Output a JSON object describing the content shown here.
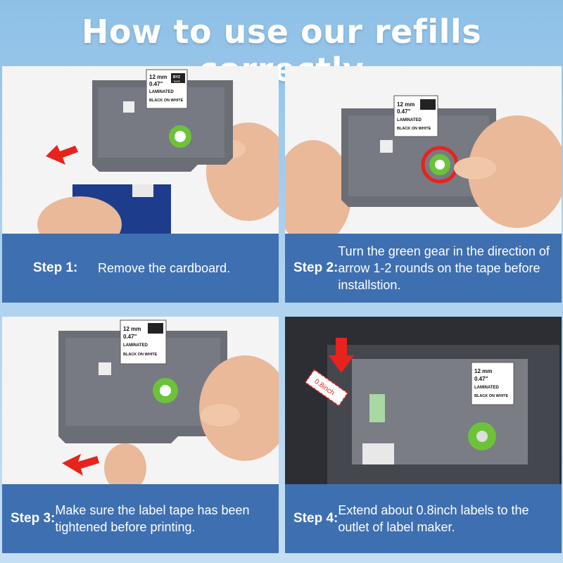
{
  "title": "How to use our refills correctly",
  "cartridge": {
    "size_mm": "12 mm",
    "size_in": "0.47\"",
    "brand": "BYZ",
    "sub": "TAPE",
    "type": "LAMINATED",
    "color": "BLACK ON WHITE"
  },
  "steps": [
    {
      "label": "Step 1:",
      "text": "Remove the cardboard."
    },
    {
      "label": "Step 2:",
      "text": "Turn the green gear in the direction of arrow 1-2 rounds on the tape before installstion."
    },
    {
      "label": "Step 3:",
      "text": "Make sure the label tape has been tightened before printing."
    },
    {
      "label": "Step 4:",
      "text": "Extend about 0.8inch labels to the outlet of label maker."
    }
  ],
  "annotation": {
    "measure": "0.8inch"
  },
  "colors": {
    "caption_bg": "#3e6fb0",
    "arrow": "#e8231c",
    "gear": "#6cc33a",
    "cassette": "#6b6e75"
  }
}
